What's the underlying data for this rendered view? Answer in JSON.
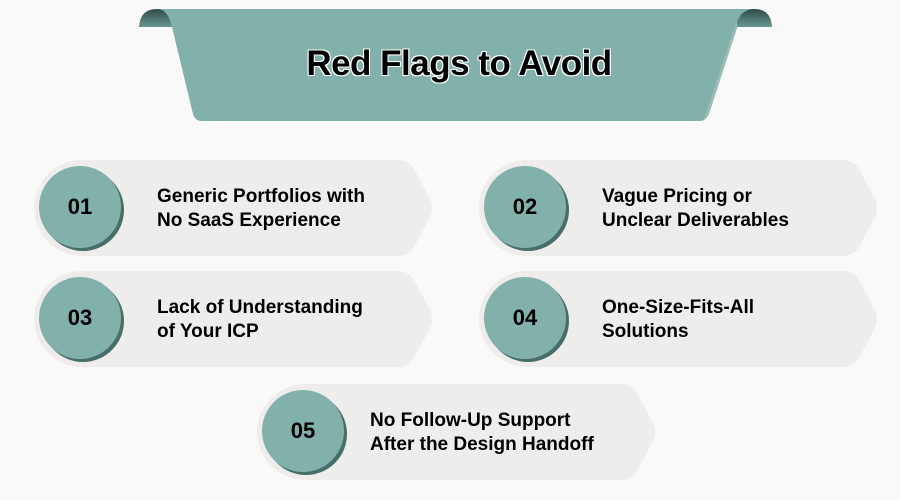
{
  "title": "Red Flags to Avoid",
  "colors": {
    "teal": "#82b0aa",
    "teal_dark": "#3f5f5a",
    "card_bg": "#efedeb",
    "background": "#f9f9f9",
    "text": "#000000"
  },
  "items": [
    {
      "number": "01",
      "line1": "Generic Portfolios with",
      "line2": "No SaaS Experience"
    },
    {
      "number": "02",
      "line1": "Vague Pricing or",
      "line2": "Unclear Deliverables"
    },
    {
      "number": "03",
      "line1": "Lack of Understanding",
      "line2": "of Your ICP"
    },
    {
      "number": "04",
      "line1": "One-Size-Fits-All",
      "line2": "Solutions"
    },
    {
      "number": "05",
      "line1": "No Follow-Up Support",
      "line2": "After the Design Handoff"
    }
  ]
}
